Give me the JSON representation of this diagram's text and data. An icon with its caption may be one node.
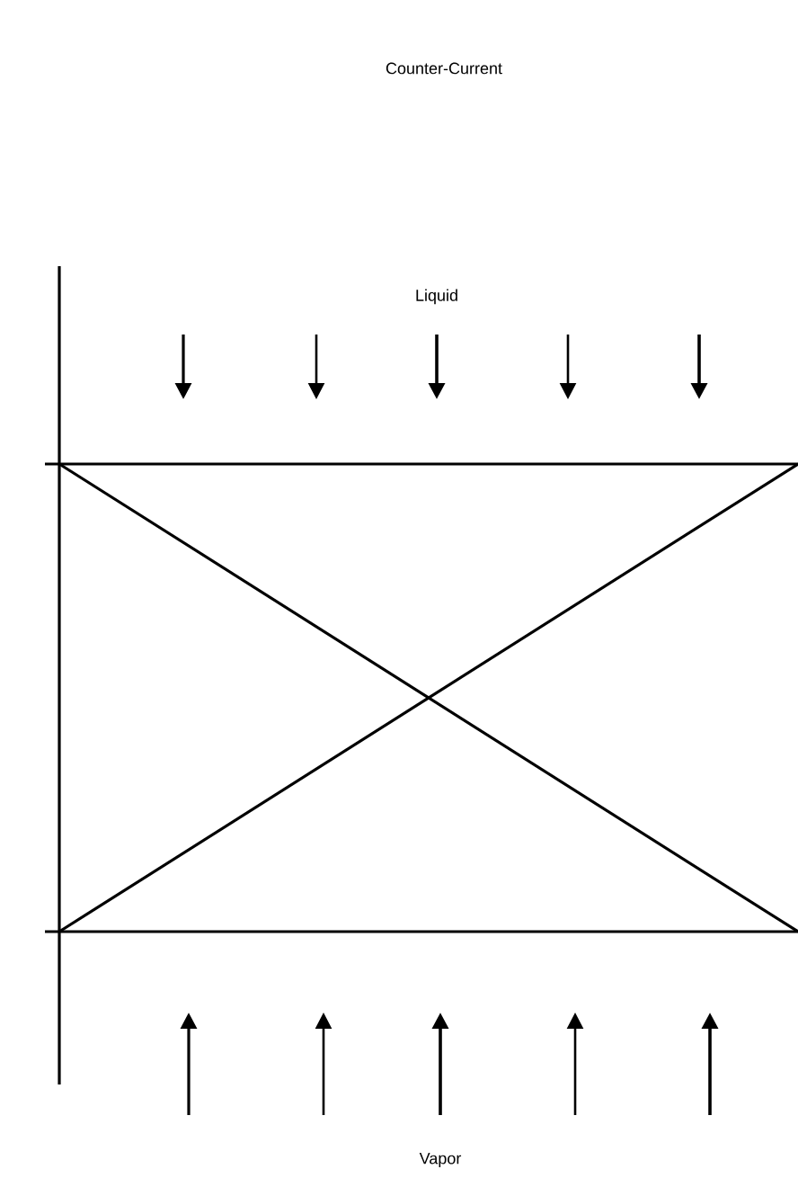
{
  "diagram": {
    "title": "Counter-Current",
    "labels": [
      "Liquid",
      "Vapor"
    ]
  }
}
